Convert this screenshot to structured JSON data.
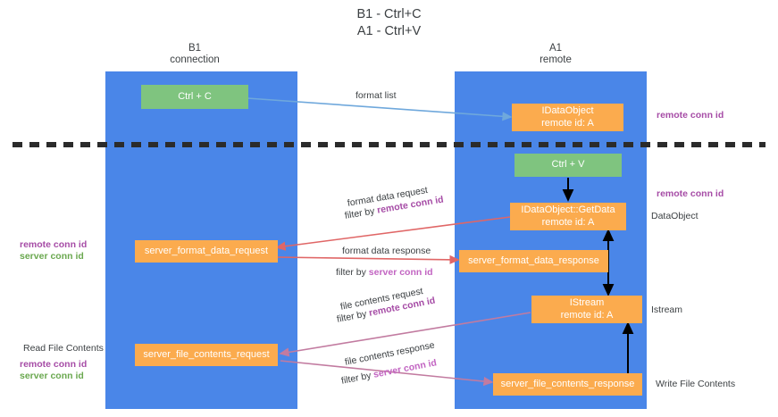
{
  "title": "B1 - Ctrl+C\nA1 - Ctrl+V",
  "lanes": [
    {
      "id": "b1",
      "header": "B1\nconnection"
    },
    {
      "id": "a1",
      "header": "A1\nremote"
    }
  ],
  "boxes": {
    "ctrl_c": "Ctrl + C",
    "idataobject_create": "IDataObject\nremote id: A",
    "ctrl_v": "Ctrl + V",
    "getdata": "IDataObject::GetData\nremote id: A",
    "server_format_data_request": "server_format_data_request",
    "server_format_data_response": "server_format_data_response",
    "istream": "IStream\nremote id: A",
    "server_file_contents_request": "server_file_contents_request",
    "server_file_contents_response": "server_file_contents_response"
  },
  "edges": {
    "format_list": "format list",
    "format_data_request": "format data request",
    "format_data_request_filter_prefix": "filter by ",
    "format_data_request_filter_key": "remote conn id",
    "format_data_response": "format data response",
    "format_data_response_filter_prefix": "filter by ",
    "format_data_response_filter_key": "server conn id",
    "file_contents_request": "file contents request",
    "file_contents_request_filter_prefix": "filter by ",
    "file_contents_request_filter_key": "remote conn id",
    "file_contents_response": "file contents response",
    "file_contents_response_filter_prefix": "filter by ",
    "file_contents_response_filter_key": "server conn id"
  },
  "annotations": {
    "right_remote_conn_id_top": "remote conn id",
    "right_remote_conn_id_mid": "remote conn id",
    "right_dataobject": "DataObject",
    "right_istream": "Istream",
    "right_write_file_contents": "Write File Contents",
    "left_read_file_contents": "Read File Contents",
    "left_keys_mid_remote": "remote conn id",
    "left_keys_mid_server": "server conn id",
    "left_keys_bottom_remote": "remote conn id",
    "left_keys_bottom_server": "server conn id"
  },
  "colors": {
    "lane": "#4a86e8",
    "box_green": "#7fc47f",
    "box_orange": "#fbab4e",
    "remote_key": "#a64ca6",
    "server_key": "#6aa84f",
    "divider": "#2b2b2b",
    "arrow_blue": "#6fa8dc",
    "arrow_red": "#e06666",
    "arrow_magenta": "#c27ba0",
    "arrow_black": "#000000"
  }
}
